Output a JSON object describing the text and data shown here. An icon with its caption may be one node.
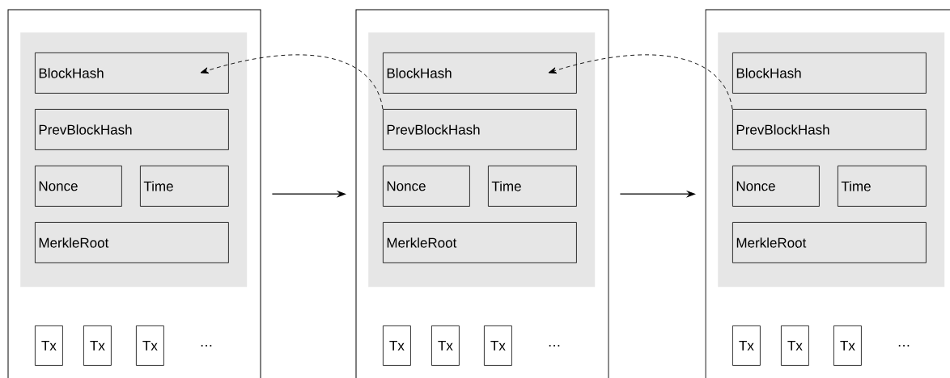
{
  "diagram": {
    "nodes": [
      {
        "text": [],
        "shape": "box"
      },
      {
        "text": [],
        "shape": "box",
        "in": 0
      },
      {
        "text": [
          "BlockHash"
        ],
        "in": 1
      },
      {
        "text": [
          "PrevBlockHash"
        ],
        "in": 1
      },
      {
        "text": [
          "Nonce"
        ],
        "in": 1
      },
      {
        "text": [
          "Time"
        ],
        "in": 1
      },
      {
        "text": [
          "MerkleRoot"
        ],
        "in": 1
      },
      {
        "text": [
          "Tx"
        ],
        "in": 0
      },
      {
        "text": [
          "Tx"
        ],
        "in": 0
      },
      {
        "text": [
          "Tx"
        ],
        "in": 0
      },
      {
        "text": [],
        "shape": "box"
      },
      {
        "text": [],
        "shape": "box",
        "in": 10
      },
      {
        "text": [
          "BlockHash"
        ],
        "in": 11
      },
      {
        "text": [
          "PrevBlockHash"
        ],
        "in": 11
      },
      {
        "text": [
          "Nonce"
        ],
        "in": 11
      },
      {
        "text": [
          "Time"
        ],
        "in": 11
      },
      {
        "text": [
          "MerkleRoot"
        ],
        "in": 11
      },
      {
        "text": [
          "Tx"
        ],
        "in": 10
      },
      {
        "text": [
          "Tx"
        ],
        "in": 10
      },
      {
        "text": [
          "Tx"
        ],
        "in": 10
      },
      {
        "text": [],
        "shape": "box"
      },
      {
        "text": [],
        "shape": "box",
        "in": 20
      },
      {
        "text": [
          "BlockHash"
        ],
        "in": 21
      },
      {
        "text": [
          "PrevBlockHash"
        ],
        "in": 21
      },
      {
        "text": [
          "Nonce"
        ],
        "in": 21
      },
      {
        "text": [
          "Time"
        ],
        "in": 21
      },
      {
        "text": [
          "MerkleRoot"
        ],
        "in": 21
      },
      {
        "text": [
          "Tx"
        ],
        "in": 20
      },
      {
        "text": [
          "Tx"
        ],
        "in": 20
      },
      {
        "text": [
          "Tx"
        ],
        "in": 20
      }
    ],
    "edges": [
      {
        "from": 0,
        "to": 10,
        "arrow": "to"
      },
      {
        "from": 10,
        "to": 20,
        "arrow": "to"
      },
      {
        "from": 13,
        "to": 2,
        "arrow": "to",
        "style": "dashed"
      },
      {
        "from": 23,
        "to": 12,
        "arrow": "to",
        "style": "dashed"
      }
    ],
    "labels": [
      "…",
      "…",
      "…"
    ]
  }
}
